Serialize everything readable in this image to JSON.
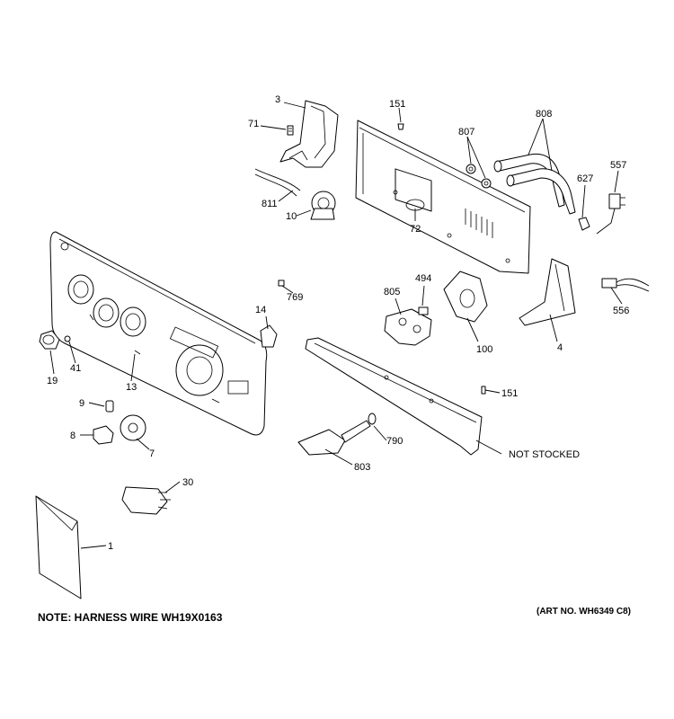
{
  "labels": {
    "p1": "1",
    "p3": "3",
    "p4": "4",
    "p7": "7",
    "p8": "8",
    "p9": "9",
    "p10": "10",
    "p13": "13",
    "p14": "14",
    "p19": "19",
    "p30": "30",
    "p41": "41",
    "p71": "71",
    "p72": "72",
    "p100": "100",
    "p151a": "151",
    "p151b": "151",
    "p494": "494",
    "p556": "556",
    "p557": "557",
    "p627": "627",
    "p769": "769",
    "p790": "790",
    "p803": "803",
    "p805": "805",
    "p807": "807",
    "p808": "808",
    "p811": "811",
    "not_stocked": "NOT STOCKED"
  },
  "notes": {
    "harness": "NOTE: HARNESS WIRE WH19X0163",
    "art_no": "(ART NO. WH6349 C8)"
  }
}
